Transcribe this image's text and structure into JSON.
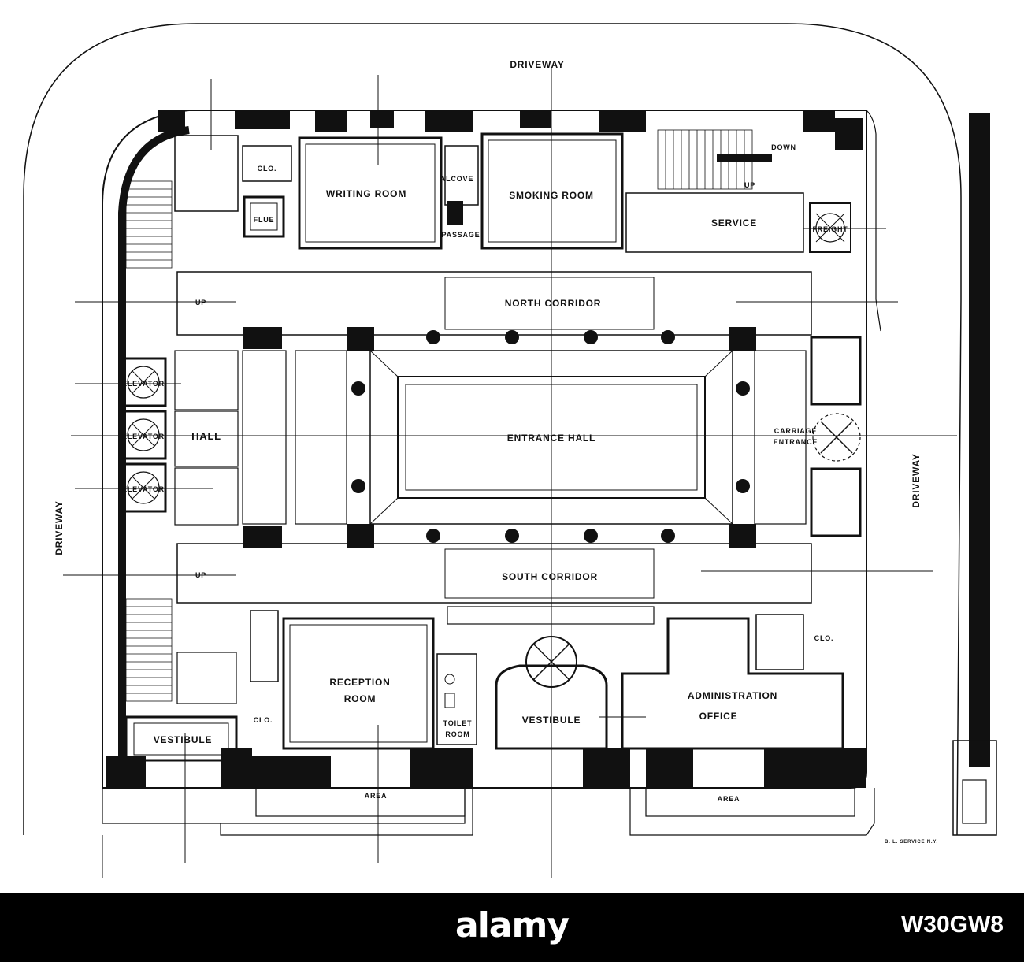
{
  "labels": {
    "driveway_top": "DRIVEWAY",
    "driveway_left": "DRIVEWAY",
    "driveway_right": "DRIVEWAY",
    "clo_1": "CLO.",
    "clo_2": "CLO.",
    "clo_3": "CLO.",
    "flue": "FLUE",
    "writing_room": "WRITING ROOM",
    "alcove": "ALCOVE",
    "passage": "PASSAGE",
    "smoking_room": "SMOKING ROOM",
    "service": "SERVICE",
    "freight": "FREIGHT",
    "down": "DOWN",
    "up_1": "UP",
    "up_2": "UP",
    "up_3": "UP",
    "north_corridor": "NORTH CORRIDOR",
    "south_corridor": "SOUTH CORRIDOR",
    "elevator_1": "ELEVATOR",
    "elevator_2": "ELEVATOR",
    "elevator_3": "ELEVATOR",
    "hall": "HALL",
    "entrance_hall": "ENTRANCE HALL",
    "carriage": "CARRIAGE",
    "entrance": "ENTRANCE",
    "reception_room_line1": "RECEPTION",
    "reception_room_line2": "ROOM",
    "toilet_room_line1": "TOILET",
    "toilet_room_line2": "ROOM",
    "vestibule_center": "VESTIBULE",
    "vestibule_left": "VESTIBULE",
    "administration_line1": "ADMINISTRATION",
    "administration_line2": "OFFICE",
    "area_left": "AREA",
    "area_right": "AREA",
    "engraver_credit": "B. L. SERVICE N.Y."
  },
  "footer": {
    "logo": "alamy",
    "image_code": "W30GW8"
  },
  "colors": {
    "ink": "#111111",
    "paper": "#ffffff",
    "footer_bg": "#000000",
    "footer_text": "#ffffff"
  }
}
